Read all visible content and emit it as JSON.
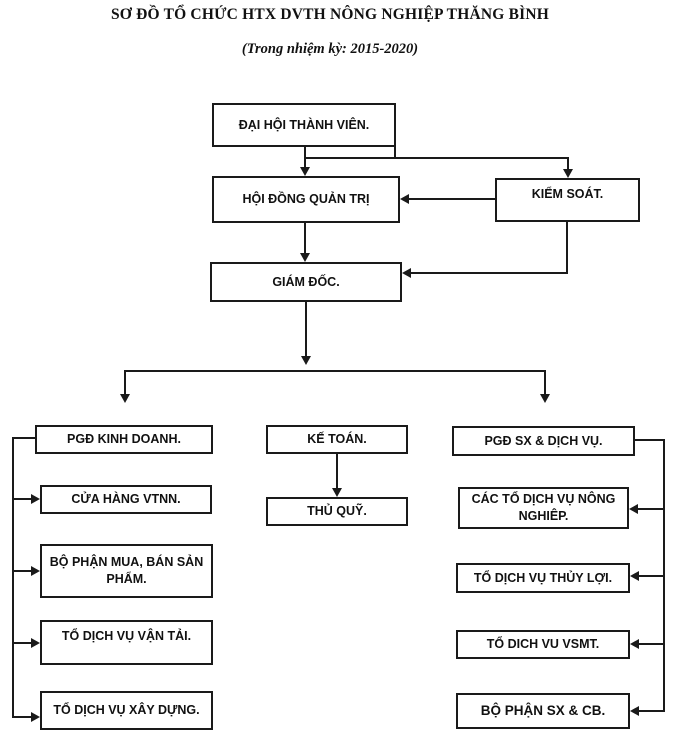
{
  "header": {
    "title": "SƠ ĐỒ TỔ CHỨC HTX DVTH NÔNG NGHIỆP THĂNG BÌNH",
    "subtitle": "(Trong nhiệm kỳ: 2015-2020)"
  },
  "nodes": {
    "dai_hoi": {
      "label": "ĐẠI HỘI THÀNH VIÊN."
    },
    "hoi_dong": {
      "label": "HỘI ĐỒNG QUẢN TRỊ"
    },
    "kiem_soat": {
      "label": "KIỂM SOÁT."
    },
    "giam_doc": {
      "label": "GIÁM ĐỐC."
    },
    "pgd_kinh_doanh": {
      "label": "PGĐ KINH DOANH."
    },
    "ke_toan": {
      "label": "KẾ TOÁN."
    },
    "pgd_sx_dich_vu": {
      "label": "PGĐ SX & DỊCH VỤ."
    },
    "cua_hang_vtnn": {
      "label": "CỬA HÀNG VTNN."
    },
    "bo_phan_mua_ban": {
      "label": "BỘ PHẬN MUA, BÁN SẢN PHẨM."
    },
    "to_dich_vu_van_tai": {
      "label": "TỔ DỊCH VỤ VẬN TẢI."
    },
    "to_dich_vu_xay_dung": {
      "label": "TỔ DỊCH VỤ XÂY DỰNG."
    },
    "thu_quy": {
      "label": "THỦ QUỸ."
    },
    "cac_to_dv_nong_nghiep": {
      "label": "CÁC TỔ DỊCH VỤ NÔNG NGHIÊP."
    },
    "to_dich_vu_thuy_loi": {
      "label": "TỔ DỊCH VỤ THỦY LỢI."
    },
    "to_dich_vu_vsmt": {
      "label": "TỔ DICH VU VSMT."
    },
    "bo_phan_sx_cb": {
      "label": "BỘ PHẬN SX & CB."
    }
  },
  "edges": [
    {
      "from": "dai_hoi",
      "to": "hoi_dong",
      "arrow": "down"
    },
    {
      "from": "dai_hoi",
      "to": "kiem_soat",
      "arrow": "down"
    },
    {
      "from": "kiem_soat",
      "to": "hoi_dong",
      "arrow": "left"
    },
    {
      "from": "hoi_dong",
      "to": "giam_doc",
      "arrow": "down"
    },
    {
      "from": "kiem_soat",
      "to": "giam_doc",
      "arrow": "left"
    },
    {
      "from": "giam_doc",
      "to": "pgd_kinh_doanh",
      "arrow": "down"
    },
    {
      "from": "giam_doc",
      "to": "pgd_sx_dich_vu",
      "arrow": "down"
    },
    {
      "from": "ke_toan",
      "to": "thu_quy",
      "arrow": "down"
    },
    {
      "from": "pgd_kinh_doanh",
      "to": "cua_hang_vtnn",
      "arrow": "right"
    },
    {
      "from": "pgd_kinh_doanh",
      "to": "bo_phan_mua_ban",
      "arrow": "right"
    },
    {
      "from": "pgd_kinh_doanh",
      "to": "to_dich_vu_van_tai",
      "arrow": "right"
    },
    {
      "from": "pgd_kinh_doanh",
      "to": "to_dich_vu_xay_dung",
      "arrow": "right"
    },
    {
      "from": "pgd_sx_dich_vu",
      "to": "cac_to_dv_nong_nghiep",
      "arrow": "left"
    },
    {
      "from": "pgd_sx_dich_vu",
      "to": "to_dich_vu_thuy_loi",
      "arrow": "left"
    },
    {
      "from": "pgd_sx_dich_vu",
      "to": "to_dich_vu_vsmt",
      "arrow": "left"
    },
    {
      "from": "pgd_sx_dich_vu",
      "to": "bo_phan_sx_cb",
      "arrow": "left"
    }
  ],
  "colors": {
    "line": "#1a1a1a",
    "text": "#111111",
    "background": "#ffffff"
  }
}
